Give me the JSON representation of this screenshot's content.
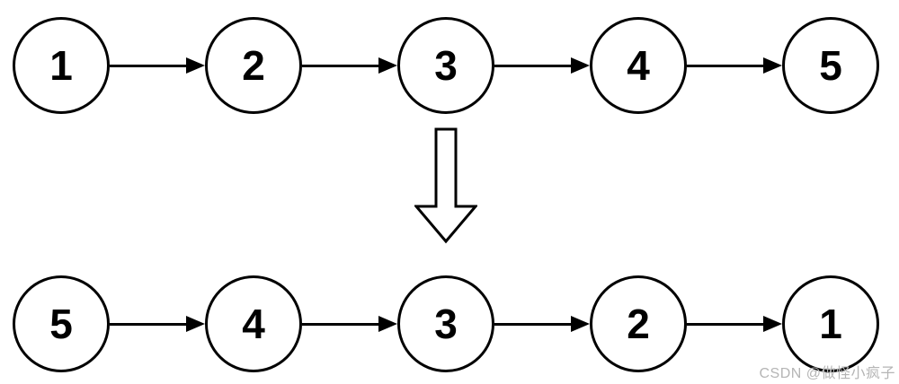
{
  "rows": [
    {
      "nodes": [
        "1",
        "2",
        "3",
        "4",
        "5"
      ]
    },
    {
      "nodes": [
        "5",
        "4",
        "3",
        "2",
        "1"
      ]
    }
  ],
  "transform_arrow": {
    "icon": "down-arrow-icon"
  },
  "watermark": {
    "text": "CSDN @做怪小疯子"
  },
  "colors": {
    "stroke": "#000000",
    "node_fill": "#ffffff",
    "background": "#ffffff",
    "watermark": "#b5b5b5"
  }
}
